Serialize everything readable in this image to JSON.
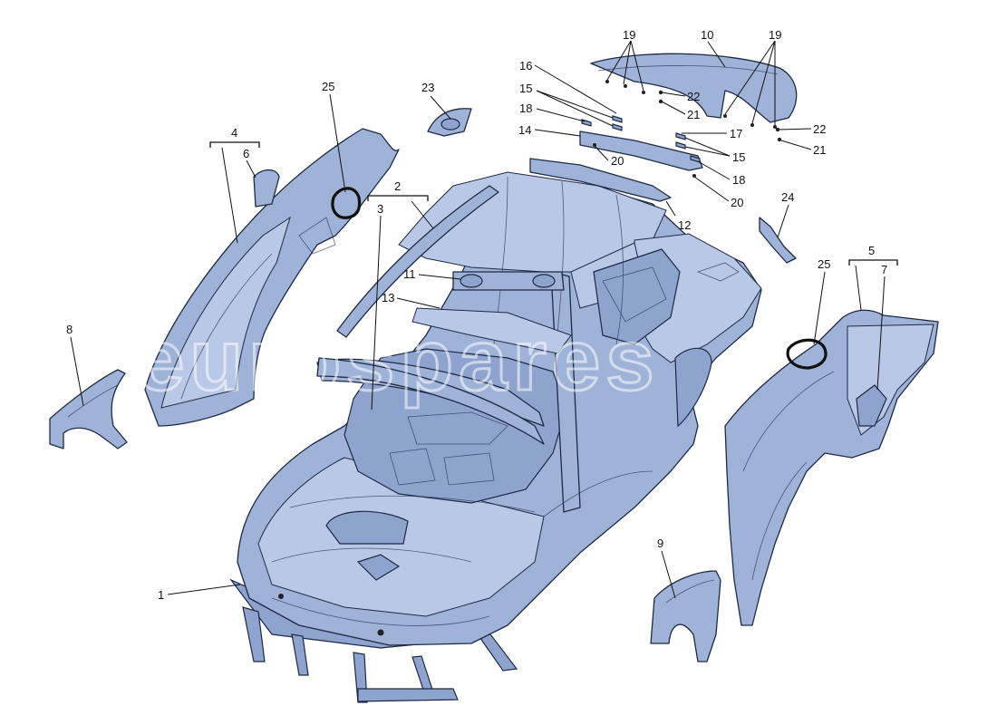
{
  "diagram": {
    "watermark": "eurospares",
    "callouts": {
      "c1": "1",
      "c2": "2",
      "c3": "3",
      "c4": "4",
      "c5": "5",
      "c6": "6",
      "c7": "7",
      "c8": "8",
      "c9": "9",
      "c10": "10",
      "c11": "11",
      "c12": "12",
      "c13": "13",
      "c14": "14",
      "c15a": "15",
      "c15b": "15",
      "c16": "16",
      "c17": "17",
      "c18a": "18",
      "c18b": "18",
      "c19a": "19",
      "c19b": "19",
      "c20a": "20",
      "c20b": "20",
      "c21a": "21",
      "c21b": "21",
      "c22a": "22",
      "c22b": "22",
      "c23": "23",
      "c24": "24",
      "c25a": "25",
      "c25b": "25"
    },
    "colors": {
      "part_fill": "#9fb3d8",
      "outline": "#1e2a44",
      "text": "#111111"
    }
  }
}
